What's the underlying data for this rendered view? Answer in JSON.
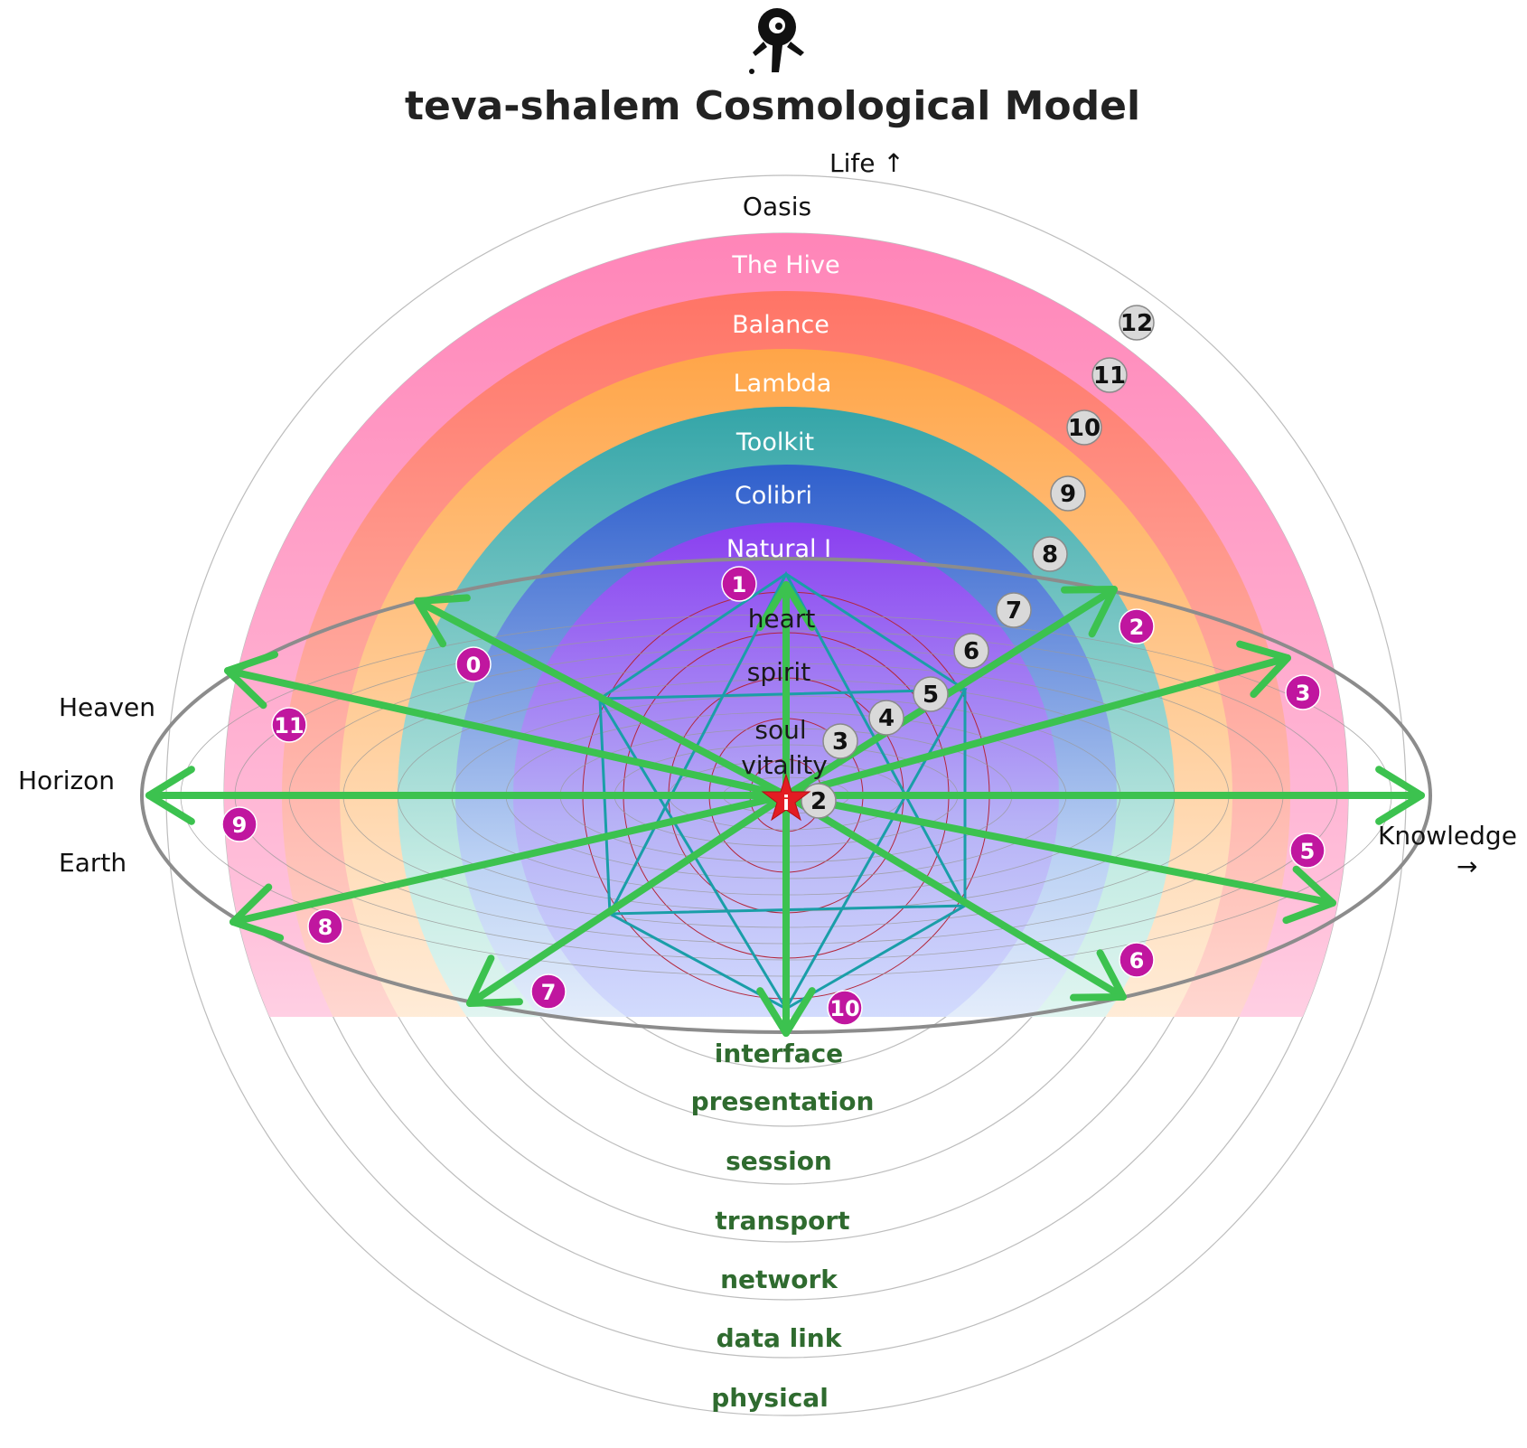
{
  "title": "teva-shalem Cosmological Model",
  "axes": {
    "life": "Life ↑",
    "knowledge": "Knowledge",
    "knowledge_arrow": "→",
    "heaven": "Heaven",
    "horizon": "Horizon",
    "earth": "Earth"
  },
  "rings": {
    "oasis": "Oasis",
    "hive": "The Hive",
    "balance": "Balance",
    "lambda": "Lambda",
    "toolkit": "Toolkit",
    "colibri": "Colibri",
    "natural": "Natural I"
  },
  "inner": {
    "heart": "heart",
    "spirit": "spirit",
    "soul": "soul",
    "vitality": "vitality",
    "center": "i"
  },
  "osi": {
    "interface": "interface",
    "presentation": "presentation",
    "session": "session",
    "transport": "transport",
    "network": "network",
    "datalink": "data link",
    "physical": "physical"
  },
  "level_badges": [
    "2",
    "3",
    "4",
    "5",
    "6",
    "7",
    "8",
    "9",
    "10",
    "11",
    "12"
  ],
  "direction_badges": [
    "0",
    "1",
    "2",
    "3",
    "5",
    "6",
    "7",
    "8",
    "9",
    "10",
    "11"
  ],
  "colors": {
    "hive": "#ff8fbf",
    "balance": "#ff7a6a",
    "lambda": "#ffa64d",
    "toolkit": "#3aa8a8",
    "colibri": "#3366cc",
    "natural": "#8844ee",
    "arrow": "#3cc24f",
    "star": "#e31c23",
    "hex": "#1a9ea8",
    "magenta": "#c0169f",
    "badge_grey": "#d9d9d9"
  }
}
